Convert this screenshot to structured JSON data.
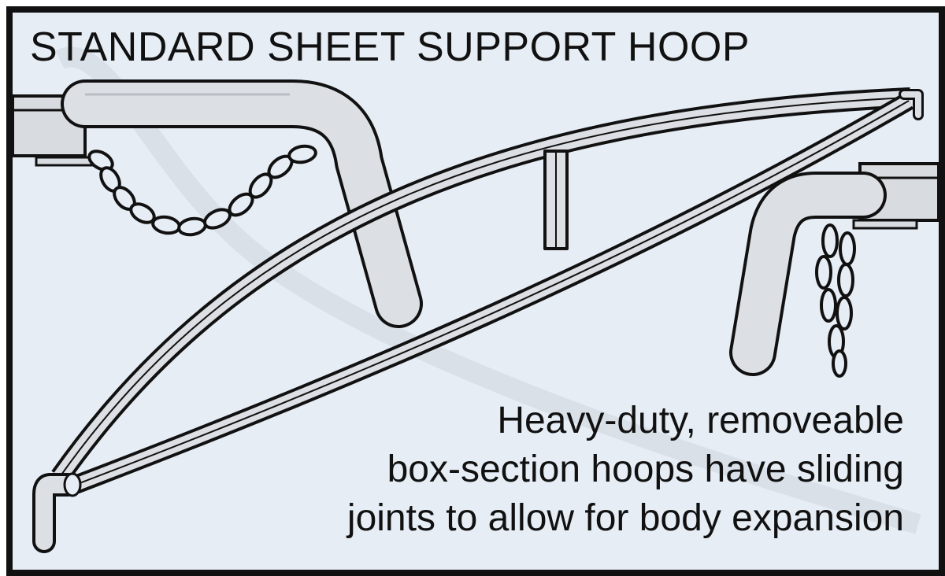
{
  "diagram": {
    "title": "STANDARD SHEET SUPPORT HOOP",
    "caption_lines": [
      "Heavy-duty, removeable",
      "box-section hoops have sliding",
      "joints to allow for body expansion"
    ],
    "colors": {
      "background": "#e7edf5",
      "outline": "#111111",
      "metal": "#dcdfe3",
      "watermark": "#c9ced6"
    }
  }
}
